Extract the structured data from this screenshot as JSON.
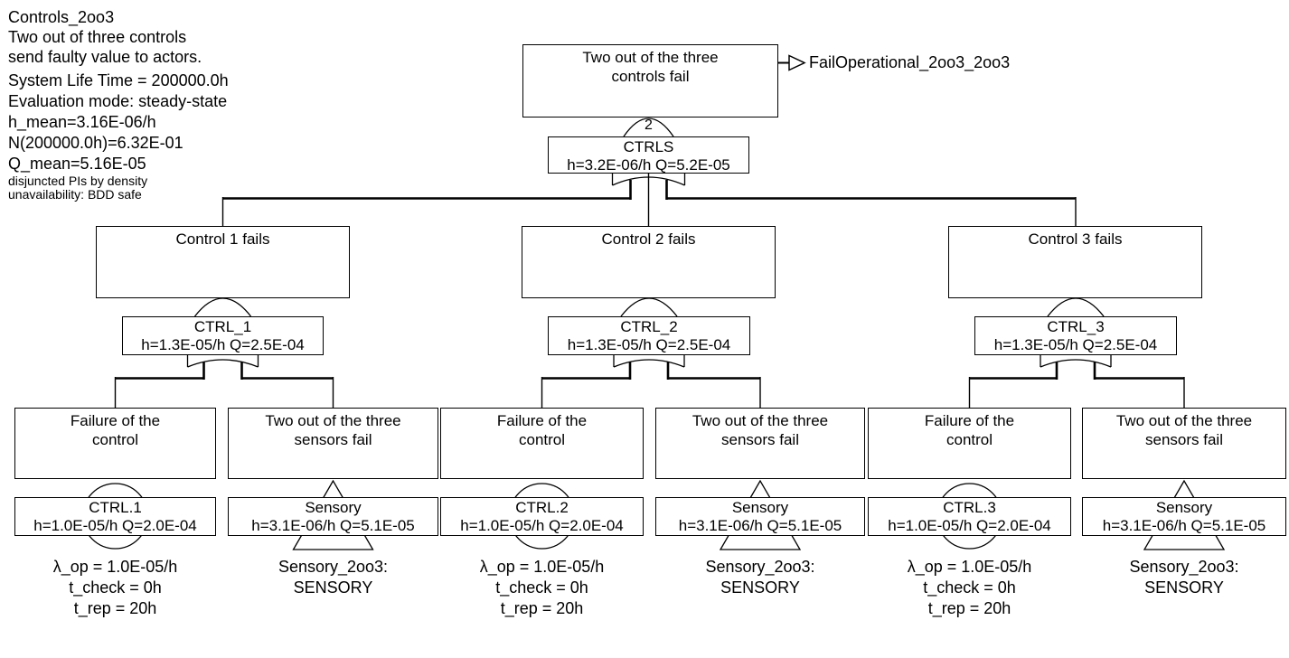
{
  "header": {
    "title": "Controls_2oo3",
    "description_line1": "Two out of three controls",
    "description_line2": "send faulty value to actors.",
    "stats": [
      "System Life Time = 200000.0h",
      "Evaluation mode: steady-state",
      "h_mean=3.16E-06/h",
      "N(200000.0h)=6.32E-01",
      "Q_mean=5.16E-05"
    ],
    "footnotes": [
      "disjuncted PIs by density",
      "unavailability: BDD safe"
    ]
  },
  "top_event": {
    "line1": "Two out of the three",
    "line2": "controls fail"
  },
  "transfer_out": {
    "label": "FailOperational_2oo3_2oo3"
  },
  "root_gate": {
    "votes": "2",
    "name": "CTRLS",
    "stats": "h=3.2E-06/h Q=5.2E-05"
  },
  "branches": [
    {
      "event": "Control 1 fails",
      "gate": {
        "name": "CTRL_1",
        "stats": "h=1.3E-05/h Q=2.5E-04"
      },
      "children": [
        {
          "symbol": "basic-event-circle",
          "line1": "Failure of the",
          "line2": "control",
          "name": "CTRL.1",
          "stats": "h=1.0E-05/h Q=2.0E-04",
          "notes": [
            "λ_op = 1.0E-05/h",
            "t_check = 0h",
            "t_rep = 20h"
          ]
        },
        {
          "symbol": "transfer-triangle",
          "line1": "Two out of the three",
          "line2": "sensors fail",
          "name": "Sensory",
          "stats": "h=3.1E-06/h Q=5.1E-05",
          "notes": [
            "Sensory_2oo3:",
            "SENSORY"
          ]
        }
      ]
    },
    {
      "event": "Control 2 fails",
      "gate": {
        "name": "CTRL_2",
        "stats": "h=1.3E-05/h Q=2.5E-04"
      },
      "children": [
        {
          "symbol": "basic-event-circle",
          "line1": "Failure of the",
          "line2": "control",
          "name": "CTRL.2",
          "stats": "h=1.0E-05/h Q=2.0E-04",
          "notes": [
            "λ_op = 1.0E-05/h",
            "t_check = 0h",
            "t_rep = 20h"
          ]
        },
        {
          "symbol": "transfer-triangle",
          "line1": "Two out of the three",
          "line2": "sensors fail",
          "name": "Sensory",
          "stats": "h=3.1E-06/h Q=5.1E-05",
          "notes": [
            "Sensory_2oo3:",
            "SENSORY"
          ]
        }
      ]
    },
    {
      "event": "Control 3 fails",
      "gate": {
        "name": "CTRL_3",
        "stats": "h=1.3E-05/h Q=2.5E-04"
      },
      "children": [
        {
          "symbol": "basic-event-circle",
          "line1": "Failure of the",
          "line2": "control",
          "name": "CTRL.3",
          "stats": "h=1.0E-05/h Q=2.0E-04",
          "notes": [
            "λ_op = 1.0E-05/h",
            "t_check = 0h",
            "t_rep = 20h"
          ]
        },
        {
          "symbol": "transfer-triangle",
          "line1": "Two out of the three",
          "line2": "sensors fail",
          "name": "Sensory",
          "stats": "h=3.1E-06/h Q=5.1E-05",
          "notes": [
            "Sensory_2oo3:",
            "SENSORY"
          ]
        }
      ]
    }
  ],
  "colors": {
    "line": "#000000",
    "background": "#ffffff",
    "text": "#000000"
  }
}
